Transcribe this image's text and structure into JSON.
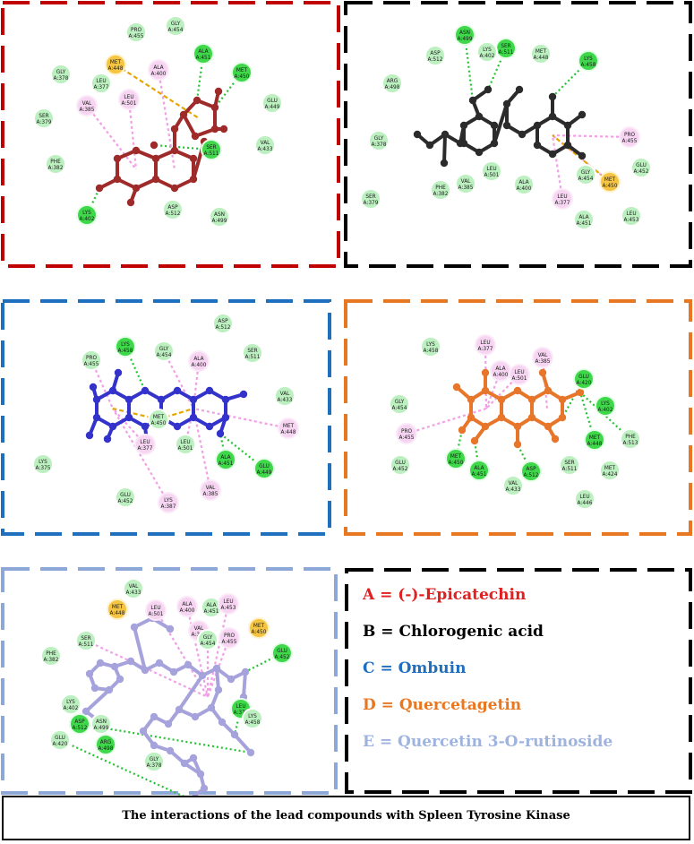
{
  "colors": {
    "residue_green": "#bdf0c0",
    "residue_green_strong": "#3ed84a",
    "residue_pink": "#f6d4f2",
    "residue_orange": "#f5c542",
    "hbond": "#22c230",
    "pi_bond": "#f2a0e6",
    "pi_sulfur": "#e6a600"
  },
  "panels": [
    {
      "id": "A",
      "border": "#c00000",
      "ligand": "#9e2a2a",
      "residues": [
        {
          "l1": "PRO",
          "l2": "A:455",
          "t": "g"
        },
        {
          "l1": "GLY",
          "l2": "A:454",
          "t": "g"
        },
        {
          "l1": "MET",
          "l2": "A:448",
          "t": "o"
        },
        {
          "l1": "ALA",
          "l2": "A:400",
          "t": "p"
        },
        {
          "l1": "ALA",
          "l2": "A:451",
          "t": "G"
        },
        {
          "l1": "MET",
          "l2": "A:450",
          "t": "G"
        },
        {
          "l1": "GLY",
          "l2": "A:378",
          "t": "g"
        },
        {
          "l1": "LEU",
          "l2": "A:377",
          "t": "g"
        },
        {
          "l1": "LEU",
          "l2": "A:501",
          "t": "p"
        },
        {
          "l1": "VAL",
          "l2": "A:385",
          "t": "p"
        },
        {
          "l1": "GLU",
          "l2": "A:449",
          "t": "g"
        },
        {
          "l1": "SER",
          "l2": "A:379",
          "t": "g"
        },
        {
          "l1": "VAL",
          "l2": "A:433",
          "t": "g"
        },
        {
          "l1": "PHE",
          "l2": "A:382",
          "t": "g"
        },
        {
          "l1": "SER",
          "l2": "A:511",
          "t": "G"
        },
        {
          "l1": "LYS",
          "l2": "A:402",
          "t": "G"
        },
        {
          "l1": "ASN",
          "l2": "A:499",
          "t": "g"
        },
        {
          "l1": "ASP",
          "l2": "A:512",
          "t": "g"
        }
      ]
    },
    {
      "id": "B",
      "border": "#000000",
      "ligand": "#2b2b2b",
      "residues": [
        {
          "l1": "ASN",
          "l2": "A:499",
          "t": "G"
        },
        {
          "l1": "SER",
          "l2": "A:511",
          "t": "G"
        },
        {
          "l1": "ASP",
          "l2": "A:512",
          "t": "g"
        },
        {
          "l1": "LYS",
          "l2": "A:402",
          "t": "g"
        },
        {
          "l1": "MET",
          "l2": "A:448",
          "t": "g"
        },
        {
          "l1": "LYS",
          "l2": "A:458",
          "t": "G"
        },
        {
          "l1": "ARG",
          "l2": "A:498",
          "t": "g"
        },
        {
          "l1": "GLY",
          "l2": "A:378",
          "t": "g"
        },
        {
          "l1": "PRO",
          "l2": "A:455",
          "t": "p"
        },
        {
          "l1": "GLU",
          "l2": "A:452",
          "t": "g"
        },
        {
          "l1": "GLY",
          "l2": "A:454",
          "t": "g"
        },
        {
          "l1": "MET",
          "l2": "A:450",
          "t": "o"
        },
        {
          "l1": "VAL",
          "l2": "A:385",
          "t": "g"
        },
        {
          "l1": "LEU",
          "l2": "A:501",
          "t": "g"
        },
        {
          "l1": "ALA",
          "l2": "A:400",
          "t": "g"
        },
        {
          "l1": "PHE",
          "l2": "A:382",
          "t": "g"
        },
        {
          "l1": "SER",
          "l2": "A:379",
          "t": "g"
        },
        {
          "l1": "LEU",
          "l2": "A:377",
          "t": "p"
        },
        {
          "l1": "ALA",
          "l2": "A:451",
          "t": "g"
        },
        {
          "l1": "LEU",
          "l2": "A:453",
          "t": "g"
        }
      ]
    },
    {
      "id": "C",
      "border": "#1f6fbf",
      "ligand": "#3333cc",
      "residues": [
        {
          "l1": "ASP",
          "l2": "A:512",
          "t": "g"
        },
        {
          "l1": "LYS",
          "l2": "A:458",
          "t": "G"
        },
        {
          "l1": "GLY",
          "l2": "A:454",
          "t": "g"
        },
        {
          "l1": "SER",
          "l2": "A:511",
          "t": "g"
        },
        {
          "l1": "PRO",
          "l2": "A:455",
          "t": "g"
        },
        {
          "l1": "ALA",
          "l2": "A:400",
          "t": "p"
        },
        {
          "l1": "VAL",
          "l2": "A:433",
          "t": "g"
        },
        {
          "l1": "MET",
          "l2": "A:448",
          "t": "p"
        },
        {
          "l1": "MET",
          "l2": "A:450",
          "t": "g"
        },
        {
          "l1": "LYS",
          "l2": "A:375",
          "t": "g"
        },
        {
          "l1": "LEU",
          "l2": "A:377",
          "t": "p"
        },
        {
          "l1": "LEU",
          "l2": "A:501",
          "t": "g"
        },
        {
          "l1": "ALA",
          "l2": "A:451",
          "t": "G"
        },
        {
          "l1": "GLU",
          "l2": "A:449",
          "t": "G"
        },
        {
          "l1": "VAL",
          "l2": "A:385",
          "t": "p"
        },
        {
          "l1": "GLU",
          "l2": "A:452",
          "t": "g"
        },
        {
          "l1": "LYS",
          "l2": "A:387",
          "t": "p"
        }
      ]
    },
    {
      "id": "D",
      "border": "#e87722",
      "ligand": "#e8762a",
      "residues": [
        {
          "l1": "LYS",
          "l2": "A:458",
          "t": "g"
        },
        {
          "l1": "LEU",
          "l2": "A:377",
          "t": "p"
        },
        {
          "l1": "ALA",
          "l2": "A:400",
          "t": "p"
        },
        {
          "l1": "LEU",
          "l2": "A:501",
          "t": "p"
        },
        {
          "l1": "VAL",
          "l2": "A:385",
          "t": "p"
        },
        {
          "l1": "GLU",
          "l2": "A:420",
          "t": "G"
        },
        {
          "l1": "LYS",
          "l2": "A:402",
          "t": "G"
        },
        {
          "l1": "GLY",
          "l2": "A:454",
          "t": "g"
        },
        {
          "l1": "PRO",
          "l2": "A:455",
          "t": "p"
        },
        {
          "l1": "MET",
          "l2": "A:448",
          "t": "G"
        },
        {
          "l1": "PHE",
          "l2": "A:513",
          "t": "g"
        },
        {
          "l1": "MET",
          "l2": "A:450",
          "t": "G"
        },
        {
          "l1": "ALA",
          "l2": "A:451",
          "t": "G"
        },
        {
          "l1": "ASP",
          "l2": "A:512",
          "t": "G"
        },
        {
          "l1": "SER",
          "l2": "A:511",
          "t": "g"
        },
        {
          "l1": "MET",
          "l2": "A:424",
          "t": "g"
        },
        {
          "l1": "GLU",
          "l2": "A:452",
          "t": "g"
        },
        {
          "l1": "VAL",
          "l2": "A:433",
          "t": "g"
        },
        {
          "l1": "LEU",
          "l2": "A:446",
          "t": "g"
        }
      ]
    },
    {
      "id": "E",
      "border": "#8ea7d9",
      "ligand": "#a6a3dc",
      "residues": [
        {
          "l1": "VAL",
          "l2": "A:433",
          "t": "g"
        },
        {
          "l1": "MET",
          "l2": "A:448",
          "t": "o"
        },
        {
          "l1": "LEU",
          "l2": "A:501",
          "t": "p"
        },
        {
          "l1": "ALA",
          "l2": "A:400",
          "t": "p"
        },
        {
          "l1": "ALA",
          "l2": "A:451",
          "t": "g"
        },
        {
          "l1": "LEU",
          "l2": "A:453",
          "t": "p"
        },
        {
          "l1": "MET",
          "l2": "A:450",
          "t": "o"
        },
        {
          "l1": "SER",
          "l2": "A:511",
          "t": "g"
        },
        {
          "l1": "VAL",
          "l2": "A:385",
          "t": "p"
        },
        {
          "l1": "GLY",
          "l2": "A:454",
          "t": "g"
        },
        {
          "l1": "PRO",
          "l2": "A:455",
          "t": "p"
        },
        {
          "l1": "GLU",
          "l2": "A:452",
          "t": "G"
        },
        {
          "l1": "PHE",
          "l2": "A:382",
          "t": "g"
        },
        {
          "l1": "LYS",
          "l2": "A:402",
          "t": "g"
        },
        {
          "l1": "ASP",
          "l2": "A:512",
          "t": "G"
        },
        {
          "l1": "ASN",
          "l2": "A:499",
          "t": "g"
        },
        {
          "l1": "LEU",
          "l2": "A:377",
          "t": "G"
        },
        {
          "l1": "LYS",
          "l2": "A:458",
          "t": "g"
        },
        {
          "l1": "GLU",
          "l2": "A:420",
          "t": "g"
        },
        {
          "l1": "ARG",
          "l2": "A:498",
          "t": "G"
        },
        {
          "l1": "GLY",
          "l2": "A:378",
          "t": "g"
        }
      ]
    }
  ],
  "legend": [
    {
      "text": "A = (-)-Epicatechin",
      "color": "#e02020"
    },
    {
      "text": "B = Chlorogenic acid",
      "color": "#000000"
    },
    {
      "text": "C = Ombuin",
      "color": "#1f6fbf"
    },
    {
      "text": "D = Quercetagetin",
      "color": "#e87722"
    },
    {
      "text": "E = Quercetin 3-O-rutinoside",
      "color": "#9fb3df"
    }
  ],
  "caption": "The interactions of the lead compounds with Spleen Tyrosine Kinase"
}
